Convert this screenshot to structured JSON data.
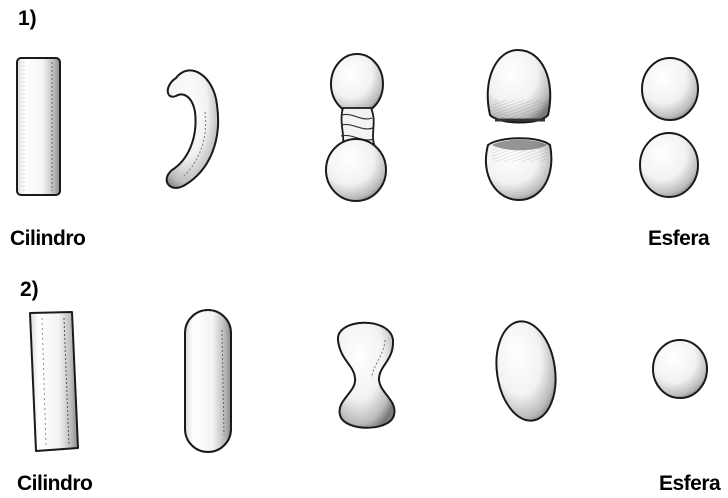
{
  "rows": [
    {
      "number": "1)",
      "start_label": "Cilindro",
      "end_label": "Esfera",
      "shapes": [
        "cylinder",
        "curved-rod",
        "twisted-dumbbell",
        "splitting-ovoid",
        "twin-spheres"
      ]
    },
    {
      "number": "2)",
      "start_label": "Cilindro",
      "end_label": "Esfera",
      "shapes": [
        "cylinder",
        "rod",
        "dumbbell",
        "ovoid",
        "sphere"
      ]
    }
  ],
  "colors": {
    "ink": "#1a1a1a",
    "fill": "#ffffff",
    "shade": "#555555"
  }
}
